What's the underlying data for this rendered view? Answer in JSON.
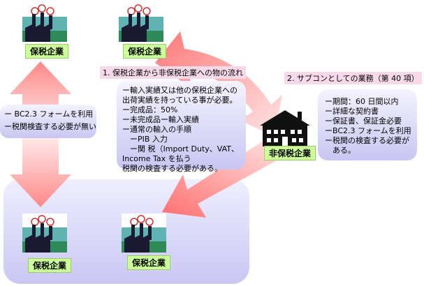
{
  "factories": {
    "top_left_label": "保税企業",
    "top_right_label": "保税企業",
    "bottom_left_label": "保税企業",
    "bottom_right_label": "保税企業"
  },
  "house": {
    "label": "非保税企業"
  },
  "flow1": {
    "title": "1. 保税企業から非保税企業への物の流れ",
    "lines": [
      "ー輸入実績又は他の保税企業への",
      "出荷実績を持っている事が必要。",
      "ー完成品：50%",
      "ー未完成品ー輸入実績",
      "ー通常の輸入の手順",
      "　ーPIB 入力",
      "　ー関 税（Import Duty、VAT、",
      "Income Tax を払う",
      "税関の検査する必要がある。"
    ]
  },
  "left_box": {
    "lines": [
      "ー BC2.3 フォームを利用",
      "ー税関検査する必要が無い"
    ]
  },
  "flow2": {
    "title": "2. サブコンとしての業務（第 40 項）",
    "lines": [
      "ー期間：60 日間以内",
      "ー詳細な契約書",
      "ー保証書、保証金必要",
      "ーBC2.3 フォームを利用",
      "ー税関の検査する必要が",
      "　ある。"
    ]
  }
}
